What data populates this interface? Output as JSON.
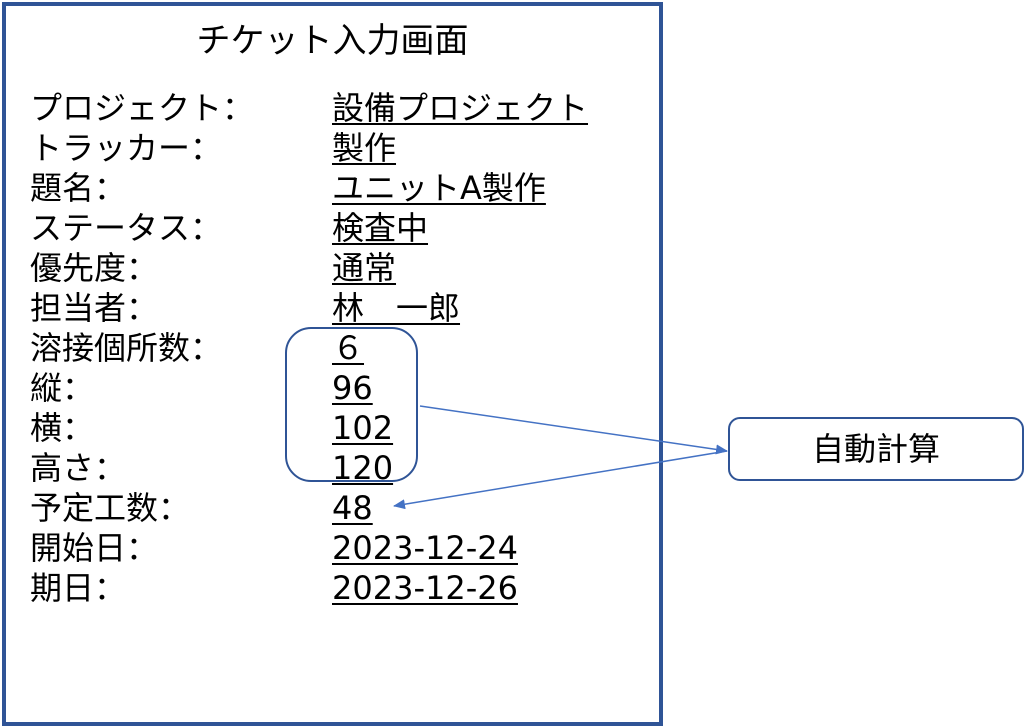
{
  "screen": {
    "title": "チケット入力画面"
  },
  "fields": [
    {
      "label": "プロジェクト：",
      "value": "設備プロジェクト"
    },
    {
      "label": "トラッカー：",
      "value": "製作"
    },
    {
      "label": "題名：",
      "value": "ユニットA製作"
    },
    {
      "label": "ステータス：",
      "value": "検査中"
    },
    {
      "label": "優先度：",
      "value": "通常"
    },
    {
      "label": "担当者：",
      "value": "林　一郎"
    },
    {
      "label": "溶接個所数：",
      "value": "６"
    },
    {
      "label": "縦：",
      "value": "96"
    },
    {
      "label": "横：",
      "value": "102"
    },
    {
      "label": "高さ：",
      "value": "120"
    },
    {
      "label": "予定工数：",
      "value": "48"
    },
    {
      "label": "開始日：",
      "value": "2023-12-24"
    },
    {
      "label": "期日：",
      "value": "2023-12-26"
    }
  ],
  "auto_calc": {
    "label": "自動計算"
  },
  "colors": {
    "frame": "#2f5496",
    "arrow": "#4472c4",
    "text": "#000000"
  }
}
